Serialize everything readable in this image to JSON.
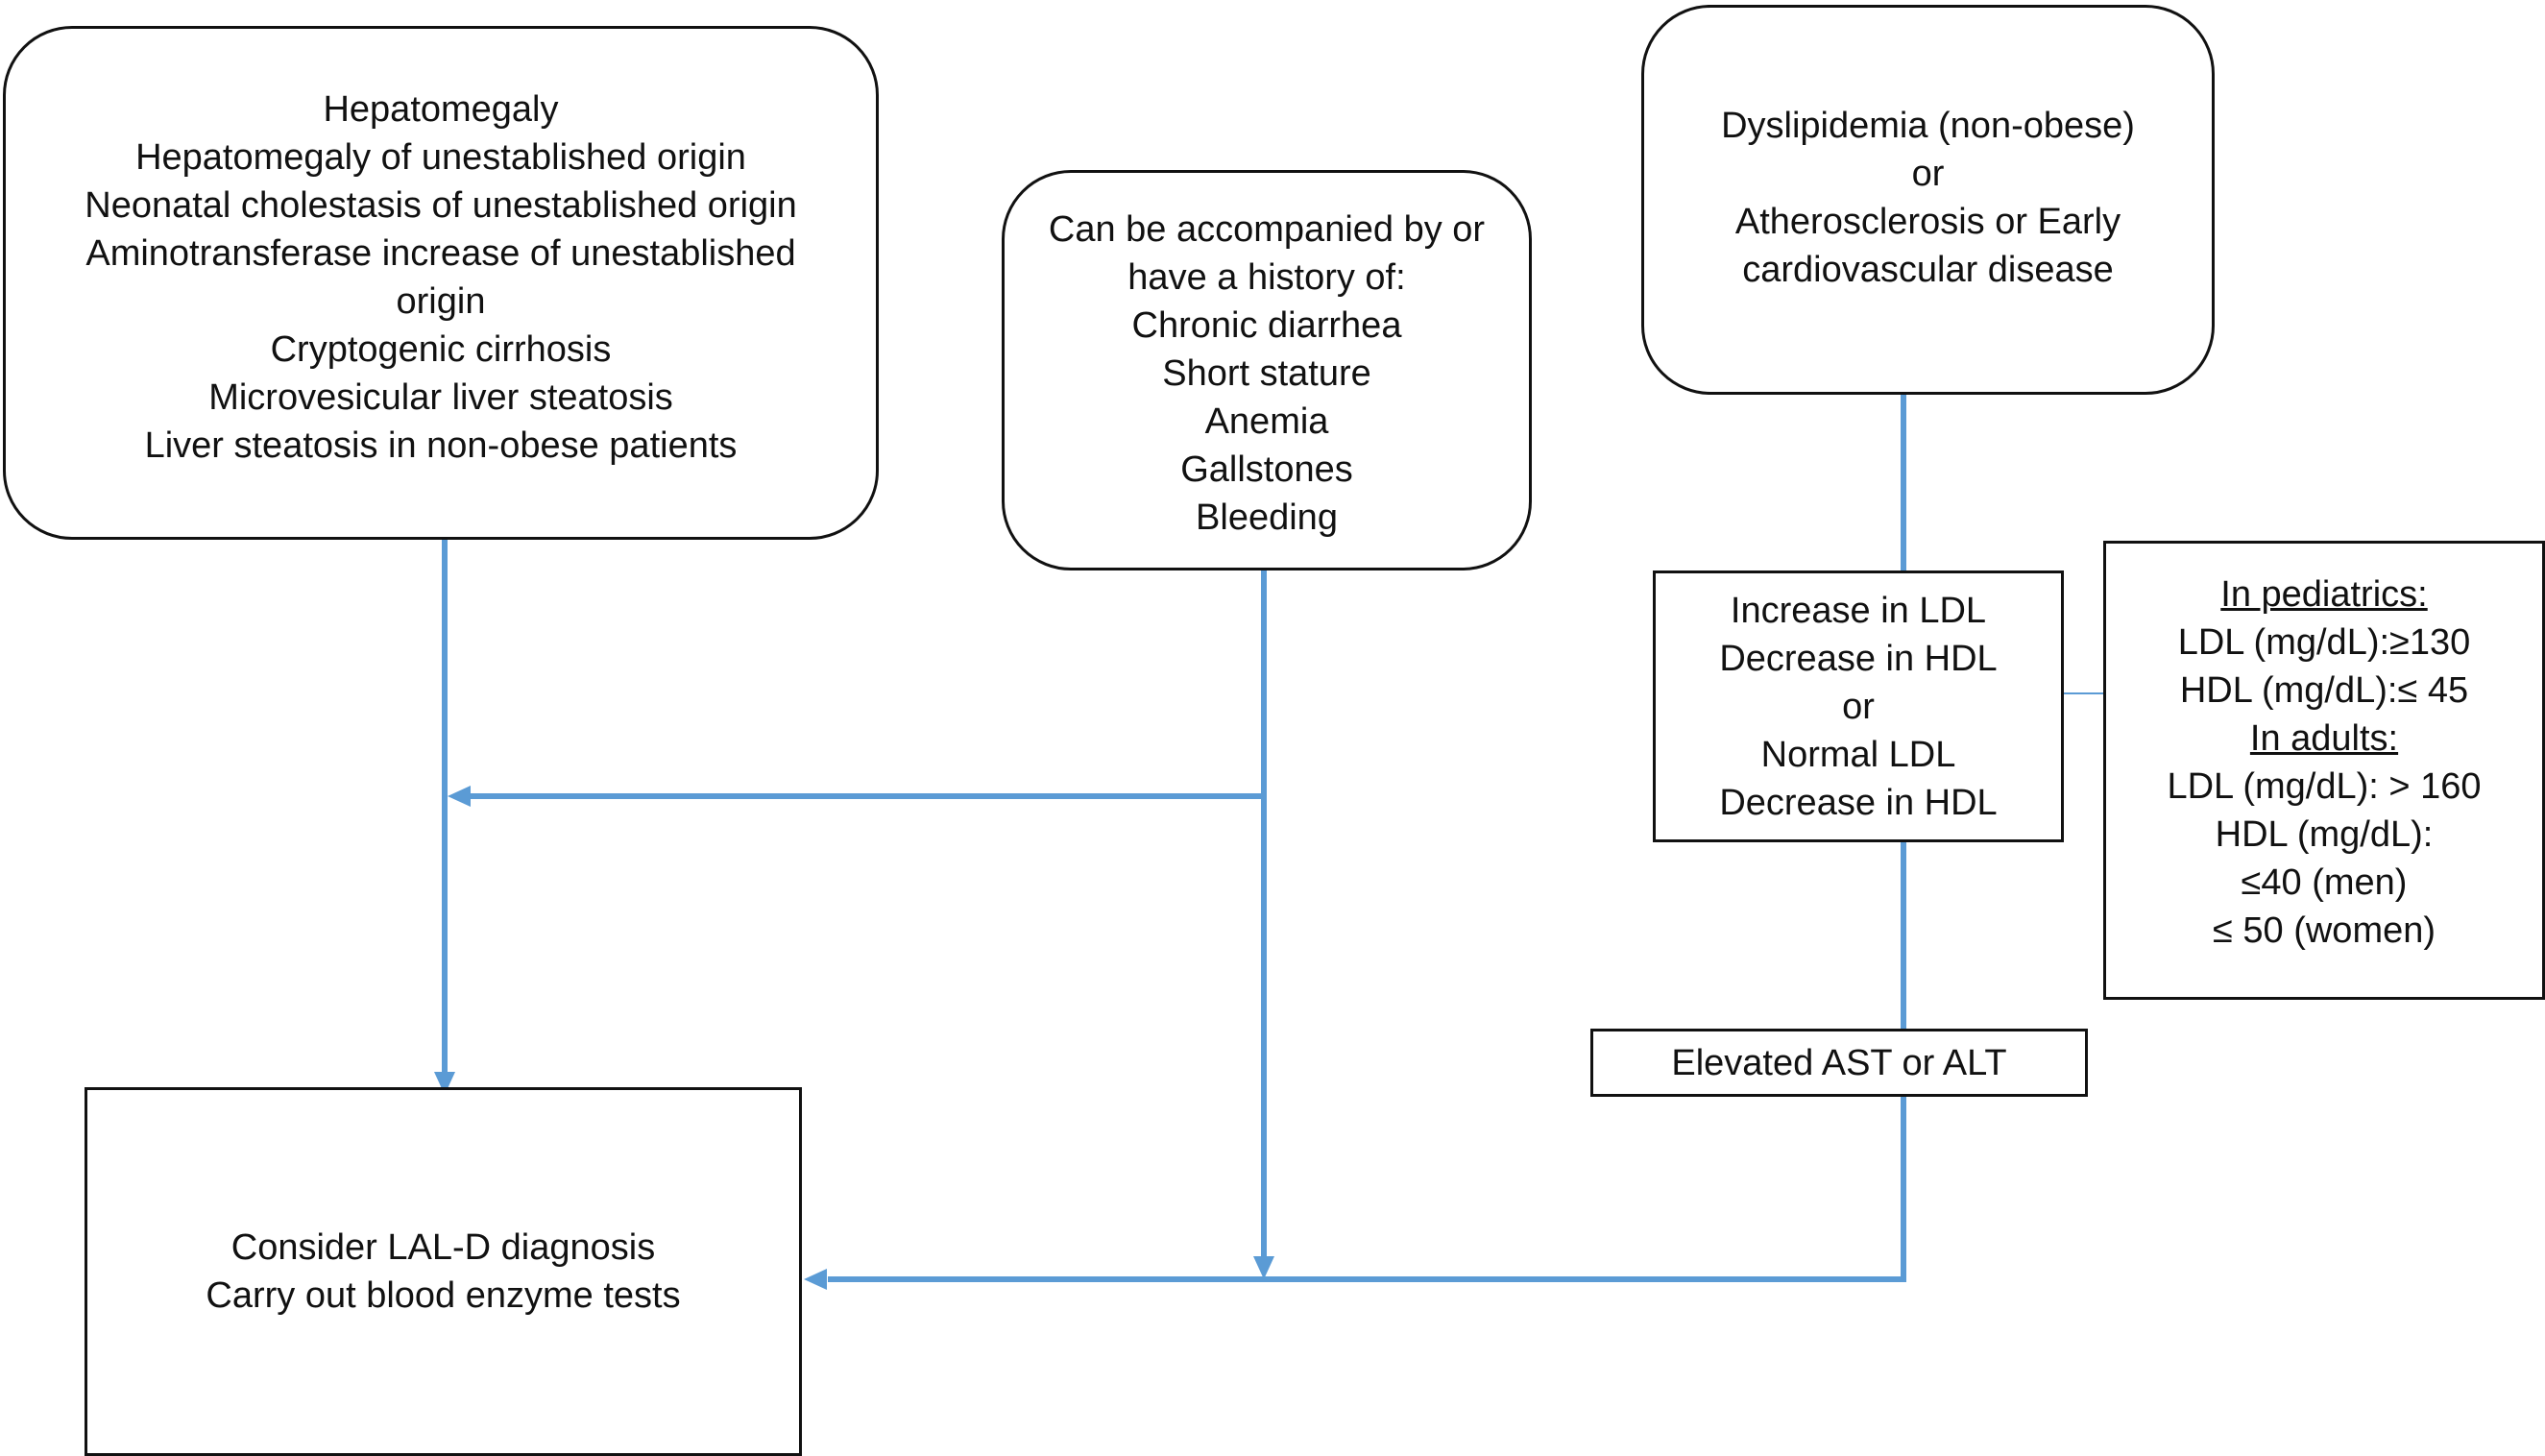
{
  "symptoms_box": {
    "lines": [
      "Hepatomegaly",
      "Hepatomegaly of unestablished origin",
      "Neonatal cholestasis of unestablished origin",
      "Aminotransferase increase of unestablished",
      "origin",
      "Cryptogenic cirrhosis",
      "Microvesicular liver steatosis",
      "Liver steatosis in non-obese patients"
    ]
  },
  "history_box": {
    "lines": [
      "Can be accompanied by or",
      "have a history of:",
      "Chronic diarrhea",
      "Short stature",
      "Anemia",
      "Gallstones",
      "Bleeding"
    ]
  },
  "dyslipidemia_box": {
    "lines": [
      "Dyslipidemia (non-obese)",
      "or",
      "Atherosclerosis or Early",
      "cardiovascular disease"
    ]
  },
  "lipid_change_box": {
    "lines": [
      "Increase in LDL",
      "Decrease in HDL",
      "or",
      "Normal LDL",
      "Decrease in HDL"
    ]
  },
  "reference_box": {
    "pediatrics_heading": "In pediatrics:",
    "pediatrics_lines": [
      "LDL (mg/dL):≥130",
      "HDL (mg/dL):≤ 45"
    ],
    "adults_heading": "In adults:",
    "adults_lines": [
      "LDL (mg/dL): > 160",
      "HDL (mg/dL):",
      "≤40 (men)",
      "≤ 50 (women)"
    ]
  },
  "elevated_box": {
    "text": "Elevated AST or ALT"
  },
  "result_box": {
    "lines": [
      "Consider LAL-D diagnosis",
      "Carry out blood enzyme tests"
    ]
  },
  "colors": {
    "connector": "#5b9bd5",
    "border": "#111111"
  }
}
